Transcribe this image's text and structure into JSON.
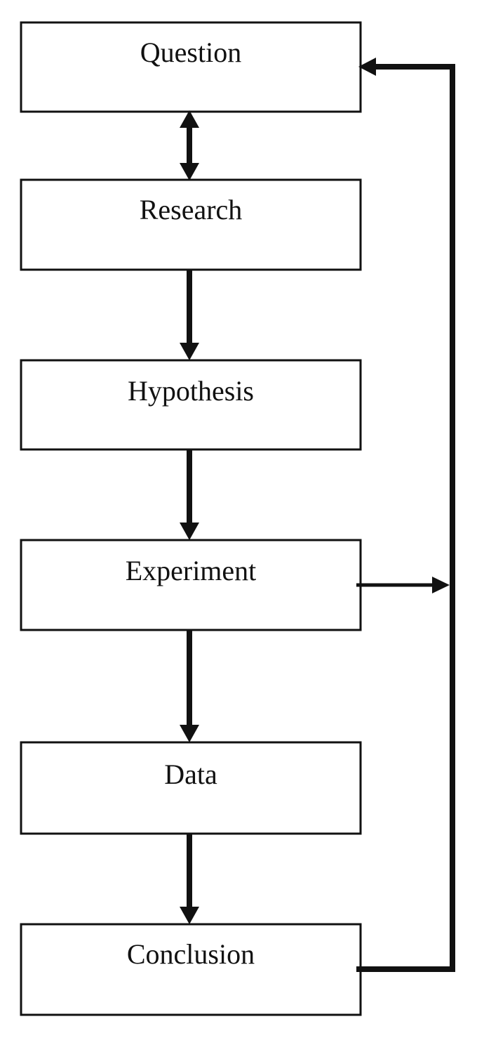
{
  "nodes": [
    {
      "id": "question",
      "label": "Question"
    },
    {
      "id": "research",
      "label": "Research"
    },
    {
      "id": "hypothesis",
      "label": "Hypothesis"
    },
    {
      "id": "experiment",
      "label": "Experiment"
    },
    {
      "id": "data",
      "label": "Data"
    },
    {
      "id": "conclusion",
      "label": "Conclusion"
    }
  ],
  "edges": [
    {
      "from": "question",
      "to": "research",
      "direction": "both"
    },
    {
      "from": "research",
      "to": "hypothesis",
      "direction": "forward"
    },
    {
      "from": "hypothesis",
      "to": "experiment",
      "direction": "forward"
    },
    {
      "from": "experiment",
      "to": "data",
      "direction": "forward"
    },
    {
      "from": "data",
      "to": "conclusion",
      "direction": "forward"
    },
    {
      "from": "experiment",
      "to": "feedback-loop",
      "direction": "forward"
    },
    {
      "from": "conclusion",
      "to": "question",
      "direction": "forward",
      "via": "feedback-loop"
    }
  ],
  "colors": {
    "line": "#111111",
    "box_fill": "#ffffff",
    "box_stroke": "#111111"
  }
}
